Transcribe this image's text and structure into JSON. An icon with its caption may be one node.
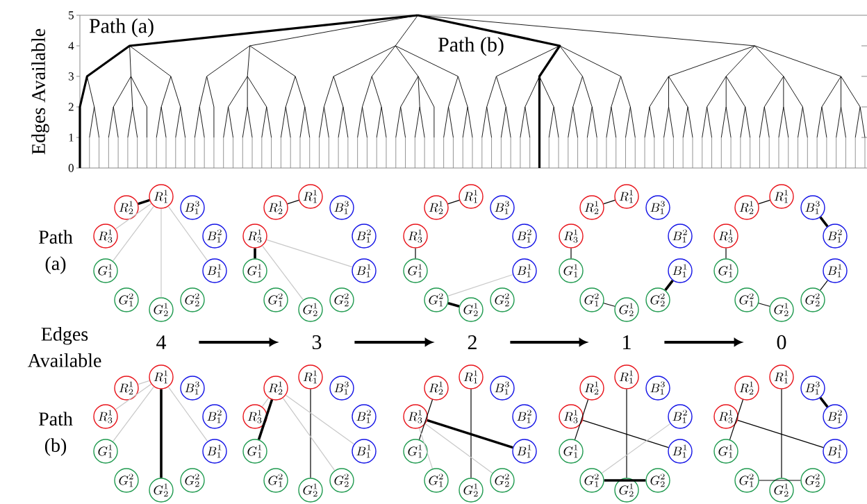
{
  "diagram": {
    "nodes": [
      {
        "text": [
          "R^{1}_{1}"
        ]
      },
      {
        "text": [
          "R^{1}_{2}"
        ]
      },
      {
        "text": [
          "B^{3}_{1}"
        ]
      },
      {
        "text": [
          "R^{1}_{3}"
        ]
      },
      {
        "text": [
          "B^{2}_{1}"
        ]
      },
      {
        "text": [
          "G^{1}_{1}"
        ]
      },
      {
        "text": [
          "B^{1}_{1}"
        ]
      },
      {
        "text": [
          "G^{2}_{1}"
        ]
      },
      {
        "text": [
          "G^{1}_{2}"
        ]
      },
      {
        "text": [
          "G^{2}_{2}"
        ]
      },
      {
        "text": [
          "R^{1}_{1}"
        ]
      },
      {
        "text": [
          "R^{1}_{2}"
        ]
      },
      {
        "text": [
          "B^{3}_{1}"
        ]
      },
      {
        "text": [
          "R^{1}_{3}"
        ]
      },
      {
        "text": [
          "B^{2}_{1}"
        ]
      },
      {
        "text": [
          "G^{1}_{1}"
        ]
      },
      {
        "text": [
          "B^{1}_{1}"
        ]
      },
      {
        "text": [
          "G^{2}_{1}"
        ]
      },
      {
        "text": [
          "G^{1}_{2}"
        ]
      },
      {
        "text": [
          "G^{2}_{2}"
        ]
      },
      {
        "text": [
          "R^{1}_{1}"
        ]
      },
      {
        "text": [
          "R^{1}_{2}"
        ]
      },
      {
        "text": [
          "B^{3}_{1}"
        ]
      },
      {
        "text": [
          "R^{1}_{3}"
        ]
      },
      {
        "text": [
          "B^{2}_{1}"
        ]
      },
      {
        "text": [
          "G^{1}_{1}"
        ]
      },
      {
        "text": [
          "B^{1}_{1}"
        ]
      },
      {
        "text": [
          "G^{2}_{1}"
        ]
      },
      {
        "text": [
          "G^{1}_{2}"
        ]
      },
      {
        "text": [
          "G^{2}_{2}"
        ]
      },
      {
        "text": [
          "R^{1}_{1}"
        ]
      },
      {
        "text": [
          "R^{1}_{2}"
        ]
      },
      {
        "text": [
          "B^{3}_{1}"
        ]
      },
      {
        "text": [
          "R^{1}_{3}"
        ]
      },
      {
        "text": [
          "B^{2}_{1}"
        ]
      },
      {
        "text": [
          "G^{1}_{1}"
        ]
      },
      {
        "text": [
          "B^{1}_{1}"
        ]
      },
      {
        "text": [
          "G^{2}_{1}"
        ]
      },
      {
        "text": [
          "G^{1}_{2}"
        ]
      },
      {
        "text": [
          "G^{2}_{2}"
        ]
      },
      {
        "text": [
          "R^{1}_{1}"
        ]
      },
      {
        "text": [
          "R^{1}_{2}"
        ]
      },
      {
        "text": [
          "B^{3}_{1}"
        ]
      },
      {
        "text": [
          "R^{1}_{3}"
        ]
      },
      {
        "text": [
          "B^{2}_{1}"
        ]
      },
      {
        "text": [
          "G^{1}_{1}"
        ]
      },
      {
        "text": [
          "B^{1}_{1}"
        ]
      },
      {
        "text": [
          "G^{2}_{1}"
        ]
      },
      {
        "text": [
          "G^{1}_{2}"
        ]
      },
      {
        "text": [
          "G^{2}_{2}"
        ]
      },
      {
        "text": [
          "4"
        ]
      },
      {
        "text": [
          "3"
        ]
      },
      {
        "text": [
          "2"
        ]
      },
      {
        "text": [
          "1"
        ]
      },
      {
        "text": [
          "0"
        ]
      },
      {
        "text": [
          "R^{1}_{1}"
        ]
      },
      {
        "text": [
          "R^{1}_{2}"
        ]
      },
      {
        "text": [
          "B^{3}_{1}"
        ]
      },
      {
        "text": [
          "R^{1}_{3}"
        ]
      },
      {
        "text": [
          "B^{2}_{1}"
        ]
      },
      {
        "text": [
          "G^{1}_{1}"
        ]
      },
      {
        "text": [
          "B^{1}_{1}"
        ]
      },
      {
        "text": [
          "G^{2}_{1}"
        ]
      },
      {
        "text": [
          "G^{1}_{2}"
        ]
      },
      {
        "text": [
          "G^{2}_{2}"
        ]
      },
      {
        "text": [
          "R^{1}_{1}"
        ]
      },
      {
        "text": [
          "R^{1}_{2}"
        ]
      },
      {
        "text": [
          "B^{3}_{1}"
        ]
      },
      {
        "text": [
          "R^{1}_{3}"
        ]
      },
      {
        "text": [
          "B^{2}_{1}"
        ]
      },
      {
        "text": [
          "G^{1}_{1}"
        ]
      },
      {
        "text": [
          "B^{1}_{1}"
        ]
      },
      {
        "text": [
          "G^{2}_{1}"
        ]
      },
      {
        "text": [
          "G^{1}_{2}"
        ]
      },
      {
        "text": [
          "G^{2}_{2}"
        ]
      },
      {
        "text": [
          "R^{1}_{1}"
        ]
      },
      {
        "text": [
          "R^{1}_{2}"
        ]
      },
      {
        "text": [
          "B^{3}_{1}"
        ]
      },
      {
        "text": [
          "R^{1}_{3}"
        ]
      },
      {
        "text": [
          "B^{2}_{1}"
        ]
      },
      {
        "text": [
          "G^{1}_{1}"
        ]
      },
      {
        "text": [
          "B^{1}_{1}"
        ]
      },
      {
        "text": [
          "G^{2}_{1}"
        ]
      },
      {
        "text": [
          "G^{1}_{2}"
        ]
      },
      {
        "text": [
          "G^{2}_{2}"
        ]
      },
      {
        "text": [
          "R^{1}_{1}"
        ]
      },
      {
        "text": [
          "R^{1}_{2}"
        ]
      },
      {
        "text": [
          "B^{3}_{1}"
        ]
      },
      {
        "text": [
          "R^{1}_{3}"
        ]
      },
      {
        "text": [
          "B^{2}_{1}"
        ]
      },
      {
        "text": [
          "G^{1}_{1}"
        ]
      },
      {
        "text": [
          "B^{1}_{1}"
        ]
      },
      {
        "text": [
          "G^{2}_{1}"
        ]
      },
      {
        "text": [
          "G^{1}_{2}"
        ]
      },
      {
        "text": [
          "G^{2}_{2}"
        ]
      },
      {
        "text": [
          "R^{1}_{1}"
        ]
      },
      {
        "text": [
          "R^{1}_{2}"
        ]
      },
      {
        "text": [
          "B^{3}_{1}"
        ]
      },
      {
        "text": [
          "R^{1}_{3}"
        ]
      },
      {
        "text": [
          "B^{2}_{1}"
        ]
      },
      {
        "text": [
          "G^{1}_{1}"
        ]
      },
      {
        "text": [
          "B^{1}_{1}"
        ]
      },
      {
        "text": [
          "G^{2}_{1}"
        ]
      },
      {
        "text": [
          "G^{1}_{2}"
        ]
      },
      {
        "text": [
          "G^{2}_{2}"
        ]
      }
    ],
    "edges": [
      {
        "from": 0,
        "to": 1,
        "arrow": "none",
        "style": "thick"
      },
      {
        "from": 0,
        "to": 3,
        "arrow": "none",
        "color": "#c8c8c8"
      },
      {
        "from": 0,
        "to": 5,
        "arrow": "none",
        "color": "#c8c8c8"
      },
      {
        "from": 0,
        "to": 8,
        "arrow": "none",
        "color": "#c8c8c8"
      },
      {
        "from": 0,
        "to": 6,
        "arrow": "none",
        "color": "#c8c8c8"
      },
      {
        "from": 10,
        "to": 11,
        "arrow": "none"
      },
      {
        "from": 13,
        "to": 15,
        "arrow": "none",
        "style": "thick"
      },
      {
        "from": 13,
        "to": 16,
        "arrow": "none",
        "color": "#c8c8c8"
      },
      {
        "from": 13,
        "to": 18,
        "arrow": "none",
        "color": "#c8c8c8"
      },
      {
        "from": 20,
        "to": 21,
        "arrow": "none"
      },
      {
        "from": 23,
        "to": 25,
        "arrow": "none"
      },
      {
        "from": 27,
        "to": 28,
        "arrow": "none",
        "style": "thick"
      },
      {
        "from": 27,
        "to": 26,
        "arrow": "none",
        "color": "#c8c8c8"
      },
      {
        "from": 30,
        "to": 31,
        "arrow": "none"
      },
      {
        "from": 33,
        "to": 35,
        "arrow": "none"
      },
      {
        "from": 37,
        "to": 38,
        "arrow": "none"
      },
      {
        "from": 39,
        "to": 36,
        "arrow": "none",
        "style": "thick"
      },
      {
        "from": 40,
        "to": 41,
        "arrow": "none"
      },
      {
        "from": 43,
        "to": 45,
        "arrow": "none"
      },
      {
        "from": 47,
        "to": 48,
        "arrow": "none"
      },
      {
        "from": 49,
        "to": 46,
        "arrow": "none"
      },
      {
        "from": 42,
        "to": 44,
        "arrow": "none",
        "style": "thick"
      },
      {
        "from": 50,
        "to": 51,
        "arrow": "to",
        "style": "thick"
      },
      {
        "from": 51,
        "to": 52,
        "arrow": "to",
        "style": "thick"
      },
      {
        "from": 52,
        "to": 53,
        "arrow": "to",
        "style": "thick"
      },
      {
        "from": 53,
        "to": 54,
        "arrow": "to",
        "style": "thick"
      },
      {
        "from": 55,
        "to": 63,
        "arrow": "none",
        "style": "thick"
      },
      {
        "from": 55,
        "to": 56,
        "arrow": "none",
        "color": "#c8c8c8"
      },
      {
        "from": 55,
        "to": 58,
        "arrow": "none",
        "color": "#c8c8c8"
      },
      {
        "from": 55,
        "to": 60,
        "arrow": "none",
        "color": "#c8c8c8"
      },
      {
        "from": 55,
        "to": 61,
        "arrow": "none",
        "color": "#c8c8c8"
      },
      {
        "from": 65,
        "to": 73,
        "arrow": "none"
      },
      {
        "from": 66,
        "to": 70,
        "arrow": "none",
        "style": "thick"
      },
      {
        "from": 66,
        "to": 68,
        "arrow": "none",
        "color": "#c8c8c8"
      },
      {
        "from": 66,
        "to": 71,
        "arrow": "none",
        "color": "#c8c8c8"
      },
      {
        "from": 66,
        "to": 74,
        "arrow": "none",
        "color": "#c8c8c8"
      },
      {
        "from": 75,
        "to": 83,
        "arrow": "none"
      },
      {
        "from": 76,
        "to": 80,
        "arrow": "none"
      },
      {
        "from": 78,
        "to": 81,
        "arrow": "none",
        "style": "thick"
      },
      {
        "from": 78,
        "to": 82,
        "arrow": "none",
        "color": "#c8c8c8"
      },
      {
        "from": 78,
        "to": 84,
        "arrow": "none",
        "color": "#c8c8c8"
      },
      {
        "from": 85,
        "to": 93,
        "arrow": "none"
      },
      {
        "from": 86,
        "to": 90,
        "arrow": "none"
      },
      {
        "from": 88,
        "to": 91,
        "arrow": "none"
      },
      {
        "from": 92,
        "to": 94,
        "arrow": "none",
        "style": "thick"
      },
      {
        "from": 92,
        "to": 89,
        "arrow": "none",
        "color": "#c8c8c8"
      },
      {
        "from": 95,
        "to": 103,
        "arrow": "none"
      },
      {
        "from": 96,
        "to": 100,
        "arrow": "none"
      },
      {
        "from": 98,
        "to": 101,
        "arrow": "none"
      },
      {
        "from": 102,
        "to": 104,
        "arrow": "none"
      },
      {
        "from": 97,
        "to": 99,
        "arrow": "none",
        "style": "thick"
      }
    ],
    "labels": [
      "Edges Available",
      "5",
      "4",
      "3",
      "2",
      "1",
      "0",
      "Path (a)",
      "Path (b)",
      "Path (a)",
      "Edges Available",
      "Path (b)"
    ]
  }
}
